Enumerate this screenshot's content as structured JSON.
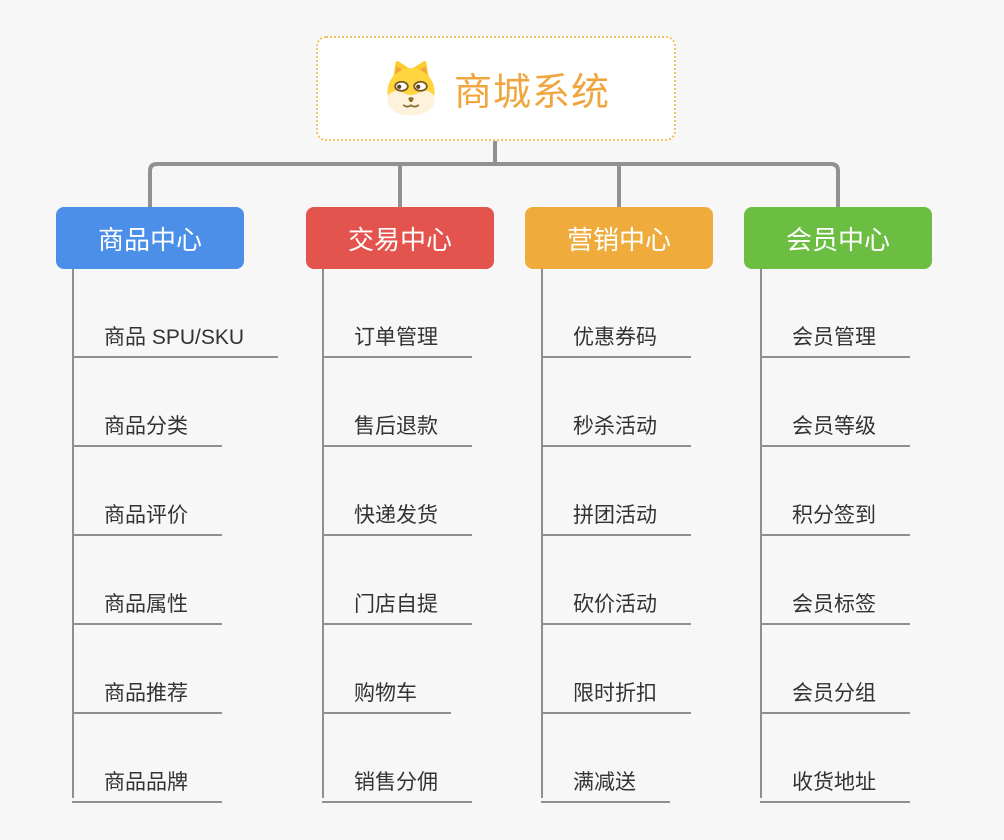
{
  "root": {
    "title": "商城系统",
    "icon": "dog-face-icon",
    "title_color": "#F0A63F",
    "border_color": "#F3C064"
  },
  "connector_color": "#919191",
  "line_color": "#8F8F8F",
  "branches": [
    {
      "label": "商品中心",
      "color": "#4B8FE8",
      "items": [
        "商品 SPU/SKU",
        "商品分类",
        "商品评价",
        "商品属性",
        "商品推荐",
        "商品品牌"
      ]
    },
    {
      "label": "交易中心",
      "color": "#E4544F",
      "items": [
        "订单管理",
        "售后退款",
        "快递发货",
        "门店自提",
        "购物车",
        "销售分佣"
      ]
    },
    {
      "label": "营销中心",
      "color": "#EFAC3D",
      "items": [
        "优惠券码",
        "秒杀活动",
        "拼团活动",
        "砍价活动",
        "限时折扣",
        "满减送"
      ]
    },
    {
      "label": "会员中心",
      "color": "#6CBE43",
      "items": [
        "会员管理",
        "会员等级",
        "积分签到",
        "会员标签",
        "会员分组",
        "收货地址"
      ]
    }
  ]
}
